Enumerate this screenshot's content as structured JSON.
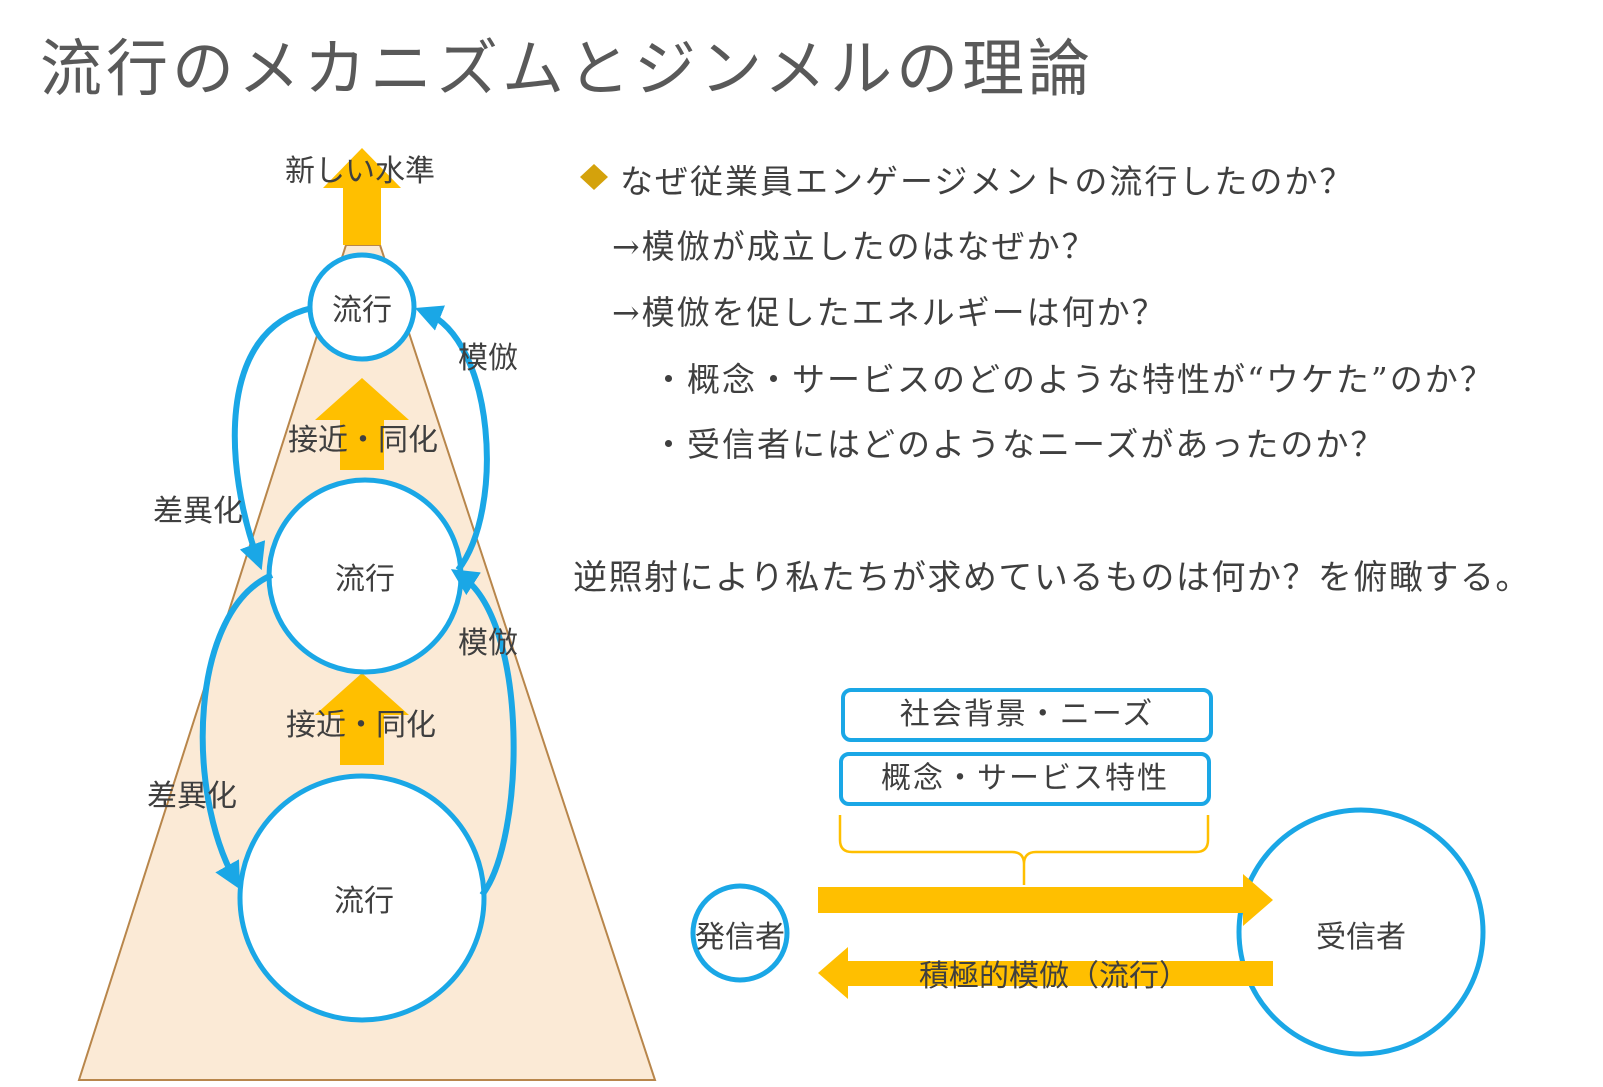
{
  "title": "流行のメカニズムとジンメルの理論",
  "pyramid": {
    "top_label": "新しい水準",
    "circles": [
      "流行",
      "流行",
      "流行"
    ],
    "approach_labels": [
      "接近・同化",
      "接近・同化"
    ],
    "imitation_labels": [
      "模倣",
      "模倣"
    ],
    "differentiation_labels": [
      "差異化",
      "差異化"
    ]
  },
  "questions": {
    "main": "なぜ従業員エンゲージメントの流行したのか？",
    "sub1": "→模倣が成立したのはなぜか？",
    "sub2": "→模倣を促したエネルギーは何か？",
    "bullet1": "・概念・サービスのどのような特性が“ウケた”のか？",
    "bullet2": "・受信者にはどのようなニーズがあったのか？"
  },
  "conclusion": "逆照射により私たちが求めているものは何か？を俯瞰する。",
  "flow": {
    "box1": "社会背景・ニーズ",
    "box2": "概念・サービス特性",
    "sender": "発信者",
    "receiver": "受信者",
    "back_label": "積極的模倣（流行）"
  },
  "colors": {
    "accent_blue": "#1aa7e6",
    "accent_orange": "#ffbf00",
    "bullet_gold": "#d4a20c",
    "pyramid_fill": "#fbead6"
  }
}
